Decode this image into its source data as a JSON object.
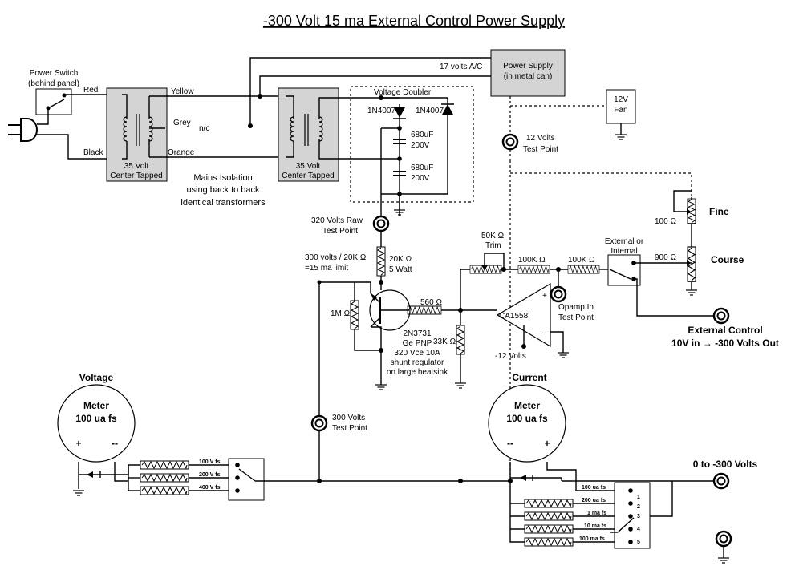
{
  "title": "-300 Volt 15 ma External Control Power Supply",
  "labels": {
    "power_switch": "Power Switch",
    "behind_panel": "(behind panel)",
    "red": "Red",
    "black": "Black",
    "yellow": "Yellow",
    "grey": "Grey",
    "nc": "n/c",
    "orange": "Orange",
    "t1_line1": "35 Volt",
    "t1_line2": "Center Tapped",
    "t2_line1": "35 Volt",
    "t2_line2": "Center Tapped",
    "mains1": "Mains Isolation",
    "mains2": "using back to back",
    "mains3": "identical transformers",
    "ac17": "17 volts A/C",
    "ps1": "Power Supply",
    "ps2": "(in metal can)",
    "fan1": "12V",
    "fan2": "Fan",
    "tp12_1": "12 Volts",
    "tp12_2": "Test Point",
    "doubler": "Voltage Doubler",
    "d1": "1N4007",
    "d2": "1N4007",
    "c1a": "680uF",
    "c1b": "200V",
    "c2a": "680uF",
    "c2b": "200V",
    "tp320_1": "320 Volts Raw",
    "tp320_2": "Test Point",
    "limit1": "300 volts / 20K Ω",
    "limit2": "=15 ma limit",
    "r20k1": "20K Ω",
    "r20k2": "5 Watt",
    "r1m": "1M Ω",
    "r560": "560 Ω",
    "tr1": "2N3731",
    "tr2": "Ge PNP",
    "tr3": "320 Vce 10A",
    "tr4": "shunt regulator",
    "tr5": "on large heatsink",
    "r33k": "33K Ω",
    "neg12": "-12 Volts",
    "opamp": "CA1558",
    "opin1": "Opamp In",
    "opin2": "Test Point",
    "trim1": "50K Ω",
    "trim2": "Trim",
    "r100k_a": "100K Ω",
    "r100k_b": "100K Ω",
    "extint1": "External or",
    "extint2": "Internal",
    "r100": "100 Ω",
    "fine": "Fine",
    "r900": "900 Ω",
    "course": "Course",
    "extctl1": "External Control",
    "extctl2": "10V in → -300 Volts Out",
    "tp300_1": "300 Volts",
    "tp300_2": "Test Point",
    "voltage": "Voltage",
    "current": "Current",
    "vmeter1": "Meter",
    "vmeter2": "100 ua fs",
    "cmeter1": "Meter",
    "cmeter2": "100 ua fs",
    "plus": "+",
    "minus": "--",
    "out": "0 to -300 Volts",
    "vfs": [
      "100 V fs",
      "200 V fs",
      "400 V fs"
    ],
    "cfs": [
      "100 ua fs",
      "200 ua fs",
      "1 ma fs",
      "10 ma fs",
      "100 ma fs"
    ],
    "pos": [
      "1",
      "2",
      "3",
      "4",
      "5"
    ]
  }
}
